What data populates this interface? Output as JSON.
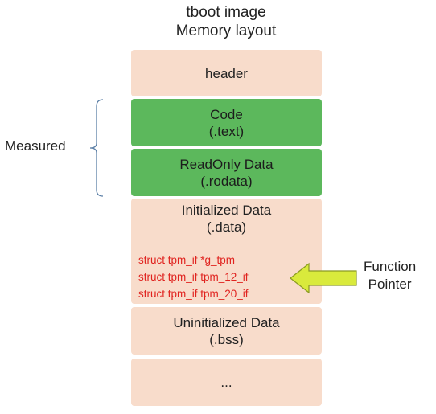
{
  "diagram": {
    "title_line1": "tboot image",
    "title_line2": "Memory layout",
    "blocks": {
      "header": {
        "label": "header"
      },
      "code": {
        "line1": "Code",
        "line2": "(.text)"
      },
      "rodata": {
        "line1": "ReadOnly Data",
        "line2": "(.rodata)"
      },
      "data": {
        "line1": "Initialized Data",
        "line2": "(.data)"
      },
      "bss": {
        "line1": "Uninitialized Data",
        "line2": "(.bss)"
      },
      "rest": {
        "label": "..."
      }
    },
    "structs": [
      "struct tpm_if *g_tpm",
      "struct tpm_if tpm_12_if",
      "struct tpm_if tpm_20_if"
    ],
    "measured_label": "Measured",
    "pointer_label_line1": "Function",
    "pointer_label_line2": "Pointer",
    "colors": {
      "block_fill": "#f8dccb",
      "measured_fill": "#5cb85c",
      "struct_text": "#e0231f",
      "arrow_fill": "#d9ea3c",
      "arrow_stroke": "#8a9b22",
      "brace": "#5b7fa6"
    }
  }
}
